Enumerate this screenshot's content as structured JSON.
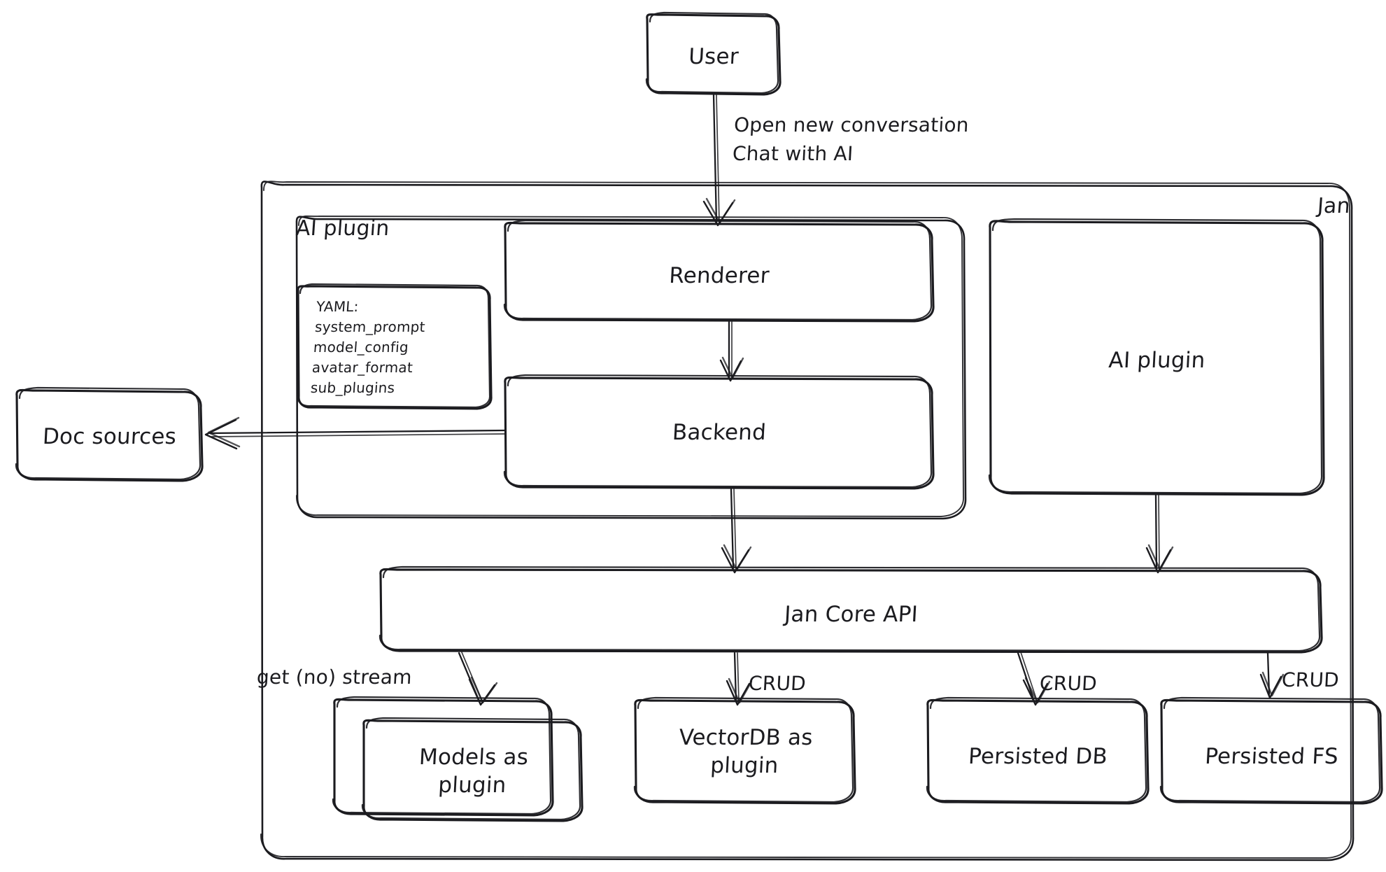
{
  "diagram": {
    "title": "Jan architecture",
    "style": "hand-drawn",
    "background": "#ffffff",
    "stroke_color": "#1b1b1f"
  },
  "nodes": {
    "user": {
      "label": "User"
    },
    "jan_group": {
      "label": "Jan"
    },
    "ai_plugin_group": {
      "label": "AI plugin"
    },
    "renderer": {
      "label": "Renderer"
    },
    "backend": {
      "label": "Backend"
    },
    "ai_plugin_right": {
      "label": "AI plugin"
    },
    "doc_sources": {
      "label": "Doc sources"
    },
    "jan_core_api": {
      "label": "Jan Core API"
    },
    "models_plugin": {
      "label": "Models as\nplugin"
    },
    "vectordb_plugin": {
      "label": "VectorDB as\nplugin"
    },
    "persisted_db": {
      "label": "Persisted DB"
    },
    "persisted_fs": {
      "label": "Persisted FS"
    }
  },
  "yaml_card": {
    "lines": [
      "YAML:",
      "system_prompt",
      "model_config",
      "avatar_format",
      "sub_plugins"
    ]
  },
  "edges": [
    {
      "id": "user-to-renderer",
      "from": "user",
      "to": "renderer",
      "label": "Open new conversation\nChat with AI"
    },
    {
      "id": "renderer-to-backend",
      "from": "renderer",
      "to": "backend",
      "label": ""
    },
    {
      "id": "backend-to-doc-sources",
      "from": "backend",
      "to": "doc_sources",
      "label": ""
    },
    {
      "id": "backend-to-core",
      "from": "backend",
      "to": "jan_core_api",
      "label": ""
    },
    {
      "id": "ai-plugin-to-core",
      "from": "ai_plugin_right",
      "to": "jan_core_api",
      "label": ""
    },
    {
      "id": "core-to-models",
      "from": "jan_core_api",
      "to": "models_plugin",
      "label": "get (no) stream"
    },
    {
      "id": "core-to-vectordb",
      "from": "jan_core_api",
      "to": "vectordb_plugin",
      "label": "CRUD"
    },
    {
      "id": "core-to-persisted-db",
      "from": "jan_core_api",
      "to": "persisted_db",
      "label": "CRUD"
    },
    {
      "id": "core-to-persisted-fs",
      "from": "jan_core_api",
      "to": "persisted_fs",
      "label": "CRUD"
    }
  ],
  "edge_labels": {
    "user_flow": "Open new conversation\nChat with AI",
    "get_no_stream": "get (no) stream",
    "crud_vectordb": "CRUD",
    "crud_persisted_db": "CRUD",
    "crud_persisted_fs": "CRUD"
  }
}
